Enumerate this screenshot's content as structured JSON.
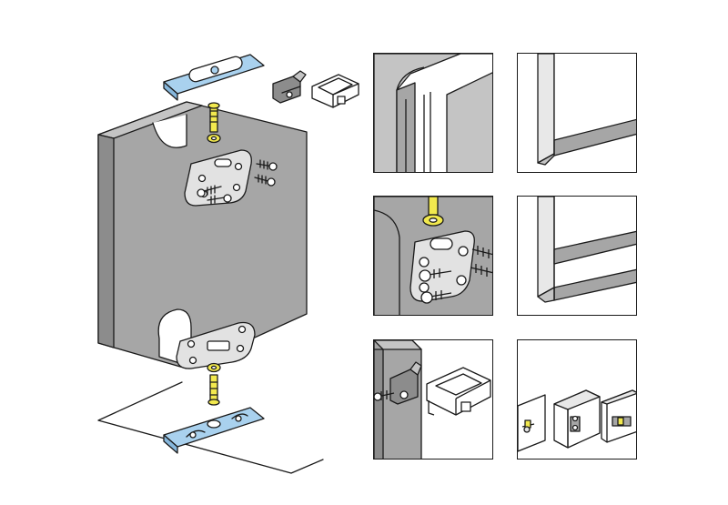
{
  "colors": {
    "panel_gray": "#a6a6a6",
    "panel_gray_dark": "#8c8c8c",
    "panel_gray_light": "#c4c4c4",
    "track_blue": "#a9d1ee",
    "bolt_yellow": "#f2e94e",
    "outline": "#1a1a1a",
    "metal_light": "#e2e2e2",
    "white": "#ffffff"
  },
  "icons": [
    "sliding-door-panel",
    "top-guide-track",
    "bottom-guide-track",
    "hanger-bracket",
    "guide-bolt",
    "guide-nut",
    "mounting-screw",
    "door-stopper-clip",
    "vertical-edge-profile",
    "bottom-edge-profile",
    "cabinet-panel-slot"
  ],
  "detail_panels": [
    {
      "id": "edge-profile-closeup",
      "depicts": "vertical-edge-profile"
    },
    {
      "id": "bottom-seal-profile",
      "depicts": "bottom-edge-profile"
    },
    {
      "id": "bracket-screws-closeup",
      "depicts": "hanger-bracket"
    },
    {
      "id": "double-seal-profile",
      "depicts": "bottom-edge-profile"
    },
    {
      "id": "stopper-clip-closeup",
      "depicts": "door-stopper-clip"
    },
    {
      "id": "cabinet-slots",
      "depicts": "cabinet-panel-slot"
    }
  ]
}
